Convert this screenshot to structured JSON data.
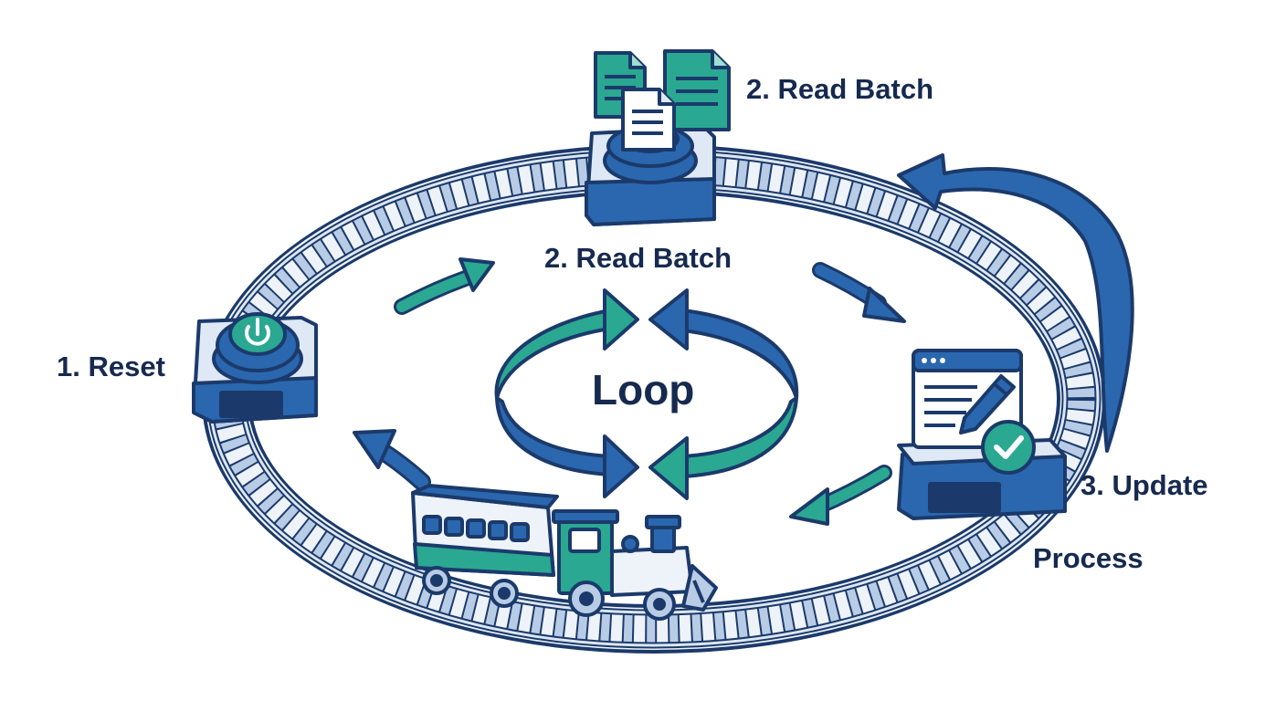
{
  "labels": {
    "reset": "1. Reset",
    "read_batch_top": "2. Read Batch",
    "read_batch_mid": "2. Read Batch",
    "loop": "Loop",
    "update": "3. Update",
    "process": "Process"
  },
  "colors": {
    "navy": "#1b3a6b",
    "blue": "#2a67ae",
    "teal": "#2aa892",
    "light_blue": "#b9cce6",
    "pale": "#eef3fa",
    "text": "#16294f"
  },
  "icons": [
    "power-icon",
    "document-stack-icon",
    "browser-window-icon",
    "pencil-icon",
    "checkmark-icon",
    "train-icon"
  ]
}
